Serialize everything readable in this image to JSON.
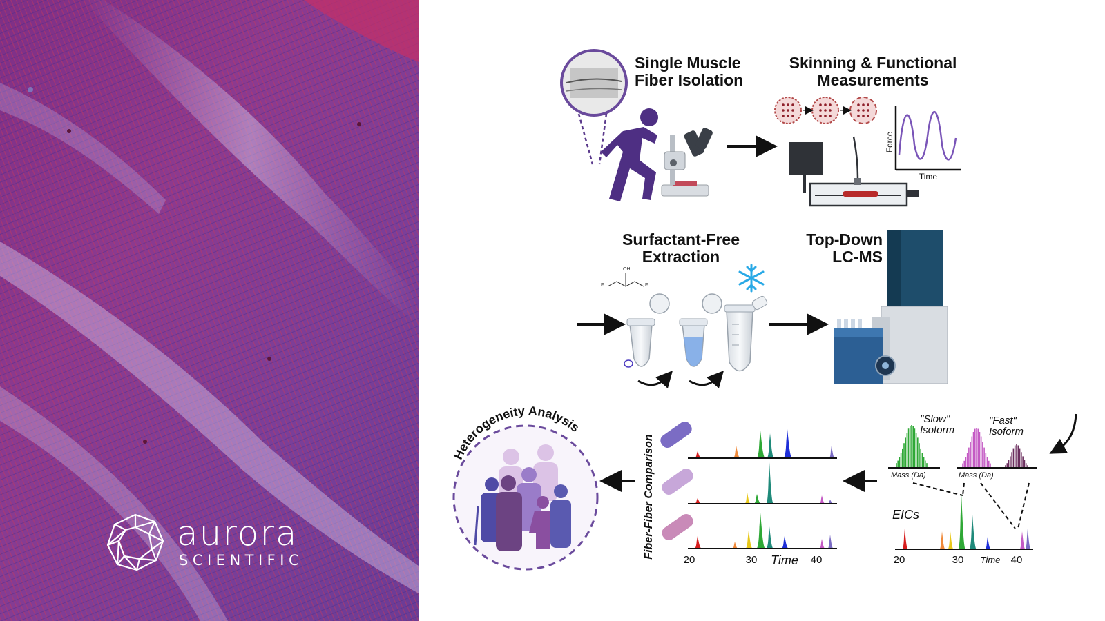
{
  "brand": {
    "name": "aurora",
    "sub": "SCIENTIFIC"
  },
  "steps": {
    "isolation": {
      "line1": "Single Muscle",
      "line2": "Fiber Isolation"
    },
    "skinning": {
      "line1": "Skinning & Functional",
      "line2": "Measurements"
    },
    "extraction": {
      "line1": "Surfactant-Free",
      "line2": "Extraction"
    },
    "lcms": {
      "line1": "Top-Down",
      "line2": "LC-MS"
    },
    "heterogeneity": "Heterogeneity Analysis"
  },
  "force_plot": {
    "ylabel": "Force",
    "xlabel": "Time"
  },
  "molecule": {
    "oh": "OH",
    "f": "F"
  },
  "ms": {
    "slow": {
      "line1": "\"Slow\"",
      "line2": "Isoform",
      "axis": "Mass (Da)"
    },
    "fast": {
      "line1": "\"Fast\"",
      "line2": "Isoform",
      "axis": "Mass (Da)"
    },
    "eics_label": "EICs",
    "ticks": [
      "20",
      "30",
      "40"
    ],
    "time_label": "Time"
  },
  "fiber": {
    "vertical_label": "Fiber-Fiber Comparison",
    "ticks": [
      "20",
      "30",
      "40"
    ],
    "time_label": "Time"
  },
  "colors": {
    "purple": "#5b3a8c",
    "red": "#d61d1d",
    "orange": "#f08a3a",
    "yellow": "#e8c81a",
    "green": "#2fa836",
    "teal": "#1f8a7a",
    "blue": "#1e2fd8",
    "violet": "#7b6cc4",
    "pink": "#c45ac4",
    "snow": "#29a9e6"
  }
}
